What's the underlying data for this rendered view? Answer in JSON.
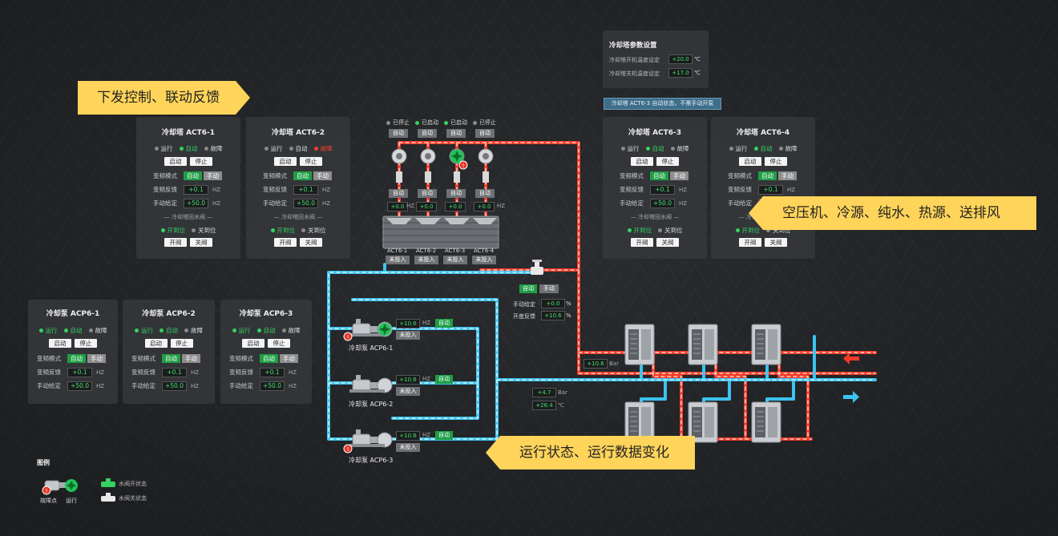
{
  "callouts": {
    "control": "下发控制、联动反馈",
    "sources": "空压机、冷源、纯水、热源、送排风",
    "status": "运行状态、运行数据变化"
  },
  "params": {
    "title": "冷却塔参数设置",
    "open_label": "冷却塔开机温度设定",
    "open_value": "+20.0",
    "close_label": "冷却塔关机温度设定",
    "close_value": "+17.0",
    "unit": "℃"
  },
  "notice": "冷却塔 ACT6-3 自动状态，不需手动开泵",
  "common": {
    "run": "运行",
    "auto": "自动",
    "fault": "故障",
    "start": "启动",
    "stop": "停止",
    "vf_mode": "变频模式",
    "vf_feedback": "变频反馈",
    "manual_set": "手动给定",
    "auto_btn": "自动",
    "manual_btn": "手动",
    "valve_section": "— 冷却塔回水阀 —",
    "open_pos": "开到位",
    "close_pos": "关到位",
    "open_valve": "开阀",
    "close_valve": "关阀",
    "hz": "HZ"
  },
  "towers": [
    {
      "title": "冷却塔 ACT6-1",
      "feedback": "+0.1",
      "set": "+50.0"
    },
    {
      "title": "冷却塔 ACT6-2",
      "feedback": "+0.1",
      "set": "+50.0"
    },
    {
      "title": "冷却塔 ACT6-3",
      "feedback": "+0.1",
      "set": "+50.0"
    },
    {
      "title": "冷却塔 ACT6-4",
      "feedback": "+0.1",
      "set": "+50.0"
    }
  ],
  "pumps": [
    {
      "title": "冷却泵 ACP6-1",
      "feedback": "+0.1",
      "set": "+50.0"
    },
    {
      "title": "冷却泵 ACP6-2",
      "feedback": "+0.1",
      "set": "+50.0"
    },
    {
      "title": "冷却泵 ACP6-3",
      "feedback": "+0.1",
      "set": "+50.0"
    }
  ],
  "fan_units": [
    {
      "state": "已停止",
      "mode": "自动",
      "hz": "+0.0",
      "name": "ACT6-1",
      "btn": "未投入"
    },
    {
      "state": "已启动",
      "mode": "自动",
      "hz": "+0.0",
      "name": "ACT6-2",
      "btn": "未投入"
    },
    {
      "state": "已启动",
      "mode": "自动",
      "hz": "+0.0",
      "name": "ACT6-3",
      "btn": "未投入"
    },
    {
      "state": "已停止",
      "mode": "自动",
      "hz": "+0.0",
      "name": "ACT6-4",
      "btn": "未投入"
    }
  ],
  "valve_ctrl": {
    "auto": "自动",
    "manual": "手动",
    "set_label": "手动给定",
    "set_value": "+0.0",
    "fb_label": "开度反馈",
    "fb_value": "+10.6",
    "unit": "%"
  },
  "diagram_pumps": [
    {
      "name": "冷却泵 ACP6-1",
      "hz": "+10.6",
      "unit": "HZ",
      "mode": "自动",
      "btn": "未投入"
    },
    {
      "name": "冷却泵 ACP6-2",
      "hz": "+10.6",
      "unit": "HZ",
      "mode": "自动",
      "btn": "未投入"
    },
    {
      "name": "冷却泵 ACP6-3",
      "hz": "+10.6",
      "unit": "HZ",
      "mode": "自动",
      "btn": "未投入"
    }
  ],
  "readings": {
    "pressure1": "+10.6",
    "pressure1_unit": "Bar",
    "pressure2": "+4.7",
    "pressure2_unit": "Bar",
    "temp": "+26.4",
    "temp_unit": "℃"
  },
  "legend": {
    "title": "图例",
    "fault": "故障点",
    "run": "运行",
    "valve_open": "水阀开状态",
    "valve_close": "水阀关状态"
  },
  "colors": {
    "hot": "#f23a25",
    "cold": "#3ec3ef",
    "green": "#1f9e45",
    "callout": "#ffd45a"
  }
}
